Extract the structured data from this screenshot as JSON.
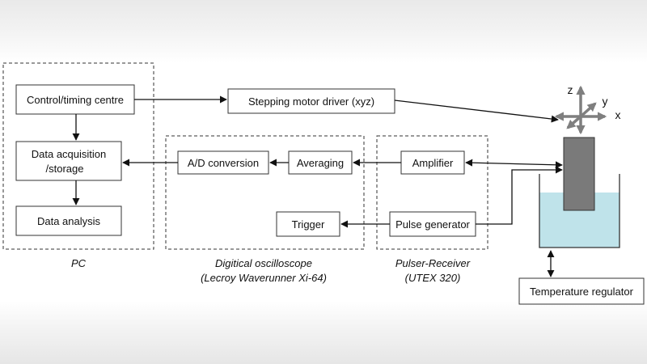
{
  "groups": {
    "pc": "PC",
    "oscilloscope": {
      "line1": "Digitical oscilloscope",
      "line2": "(Lecroy Waverunner Xi-64)"
    },
    "pulser": {
      "line1": "Pulser-Receiver",
      "line2": "(UTEX 320)"
    }
  },
  "boxes": {
    "control": "Control/timing centre",
    "acquisition_line1": "Data acquisition",
    "acquisition_line2": "/storage",
    "analysis": "Data analysis",
    "ad": "A/D conversion",
    "averaging": "Averaging",
    "trigger": "Trigger",
    "amplifier": "Amplifier",
    "pulse": "Pulse generator",
    "stepper": "Stepping motor driver (xyz)",
    "temperature": "Temperature regulator"
  },
  "axes": {
    "x": "x",
    "y": "y",
    "z": "z"
  },
  "colors": {
    "line": "#111111",
    "water": "#bfe3ea",
    "transducer": "#7a7a7a",
    "axis_arrows": "#7f7f7f"
  }
}
